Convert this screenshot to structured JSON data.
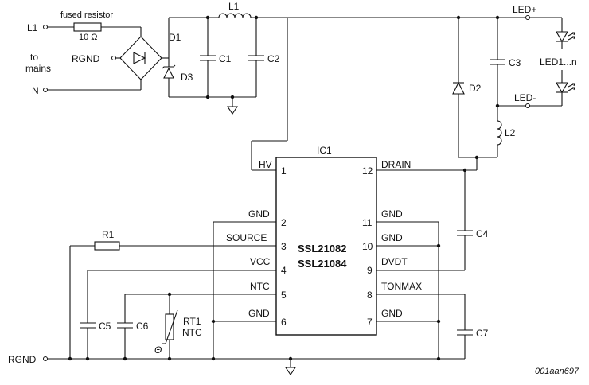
{
  "labels": {
    "l1": "L1",
    "fused_resistor": "fused resistor",
    "fused_resistor_value": "10 Ω",
    "to_mains_1": "to",
    "to_mains_2": "mains",
    "rgnd_top": "RGND",
    "n": "N",
    "d1": "D1",
    "d3": "D3",
    "l1_inductor": "L1",
    "c1": "C1",
    "c2": "C2",
    "led_plus": "LED+",
    "led_minus": "LED-",
    "led_string": "LED1...n",
    "c3": "C3",
    "d2": "D2",
    "l2": "L2",
    "ic_ref": "IC1",
    "ic_part_1": "SSL21082",
    "ic_part_2": "SSL21084",
    "c4": "C4",
    "c5": "C5",
    "c6": "C6",
    "c7": "C7",
    "r1": "R1",
    "rt1": "RT1",
    "ntc": "NTC",
    "theta": "Θ",
    "rgnd_bottom": "RGND",
    "figure_code": "001aan697"
  },
  "pins": {
    "left": [
      {
        "num": "1",
        "name": "HV"
      },
      {
        "num": "2",
        "name": "GND"
      },
      {
        "num": "3",
        "name": "SOURCE"
      },
      {
        "num": "4",
        "name": "VCC"
      },
      {
        "num": "5",
        "name": "NTC"
      },
      {
        "num": "6",
        "name": "GND"
      }
    ],
    "right": [
      {
        "num": "12",
        "name": "DRAIN"
      },
      {
        "num": "11",
        "name": "GND"
      },
      {
        "num": "10",
        "name": "GND"
      },
      {
        "num": "9",
        "name": "DVDT"
      },
      {
        "num": "8",
        "name": "TONMAX"
      },
      {
        "num": "7",
        "name": "GND"
      }
    ]
  }
}
